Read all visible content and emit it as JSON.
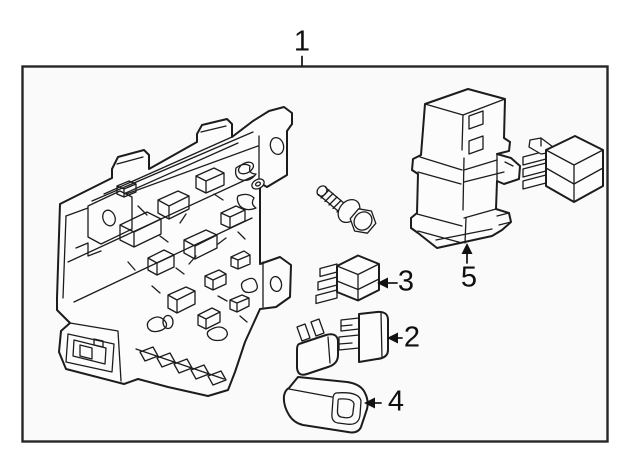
{
  "diagram": {
    "type": "exploded-parts-diagram",
    "callouts": {
      "c1": "1",
      "c2": "2",
      "c3": "3",
      "c4": "4",
      "c5": "5"
    },
    "colors": {
      "line": "#1c1c1c",
      "border": "#262626",
      "panel_fill": "#fafafa",
      "page_background": "#ffffff",
      "label_color": "#0f0f0f"
    }
  }
}
